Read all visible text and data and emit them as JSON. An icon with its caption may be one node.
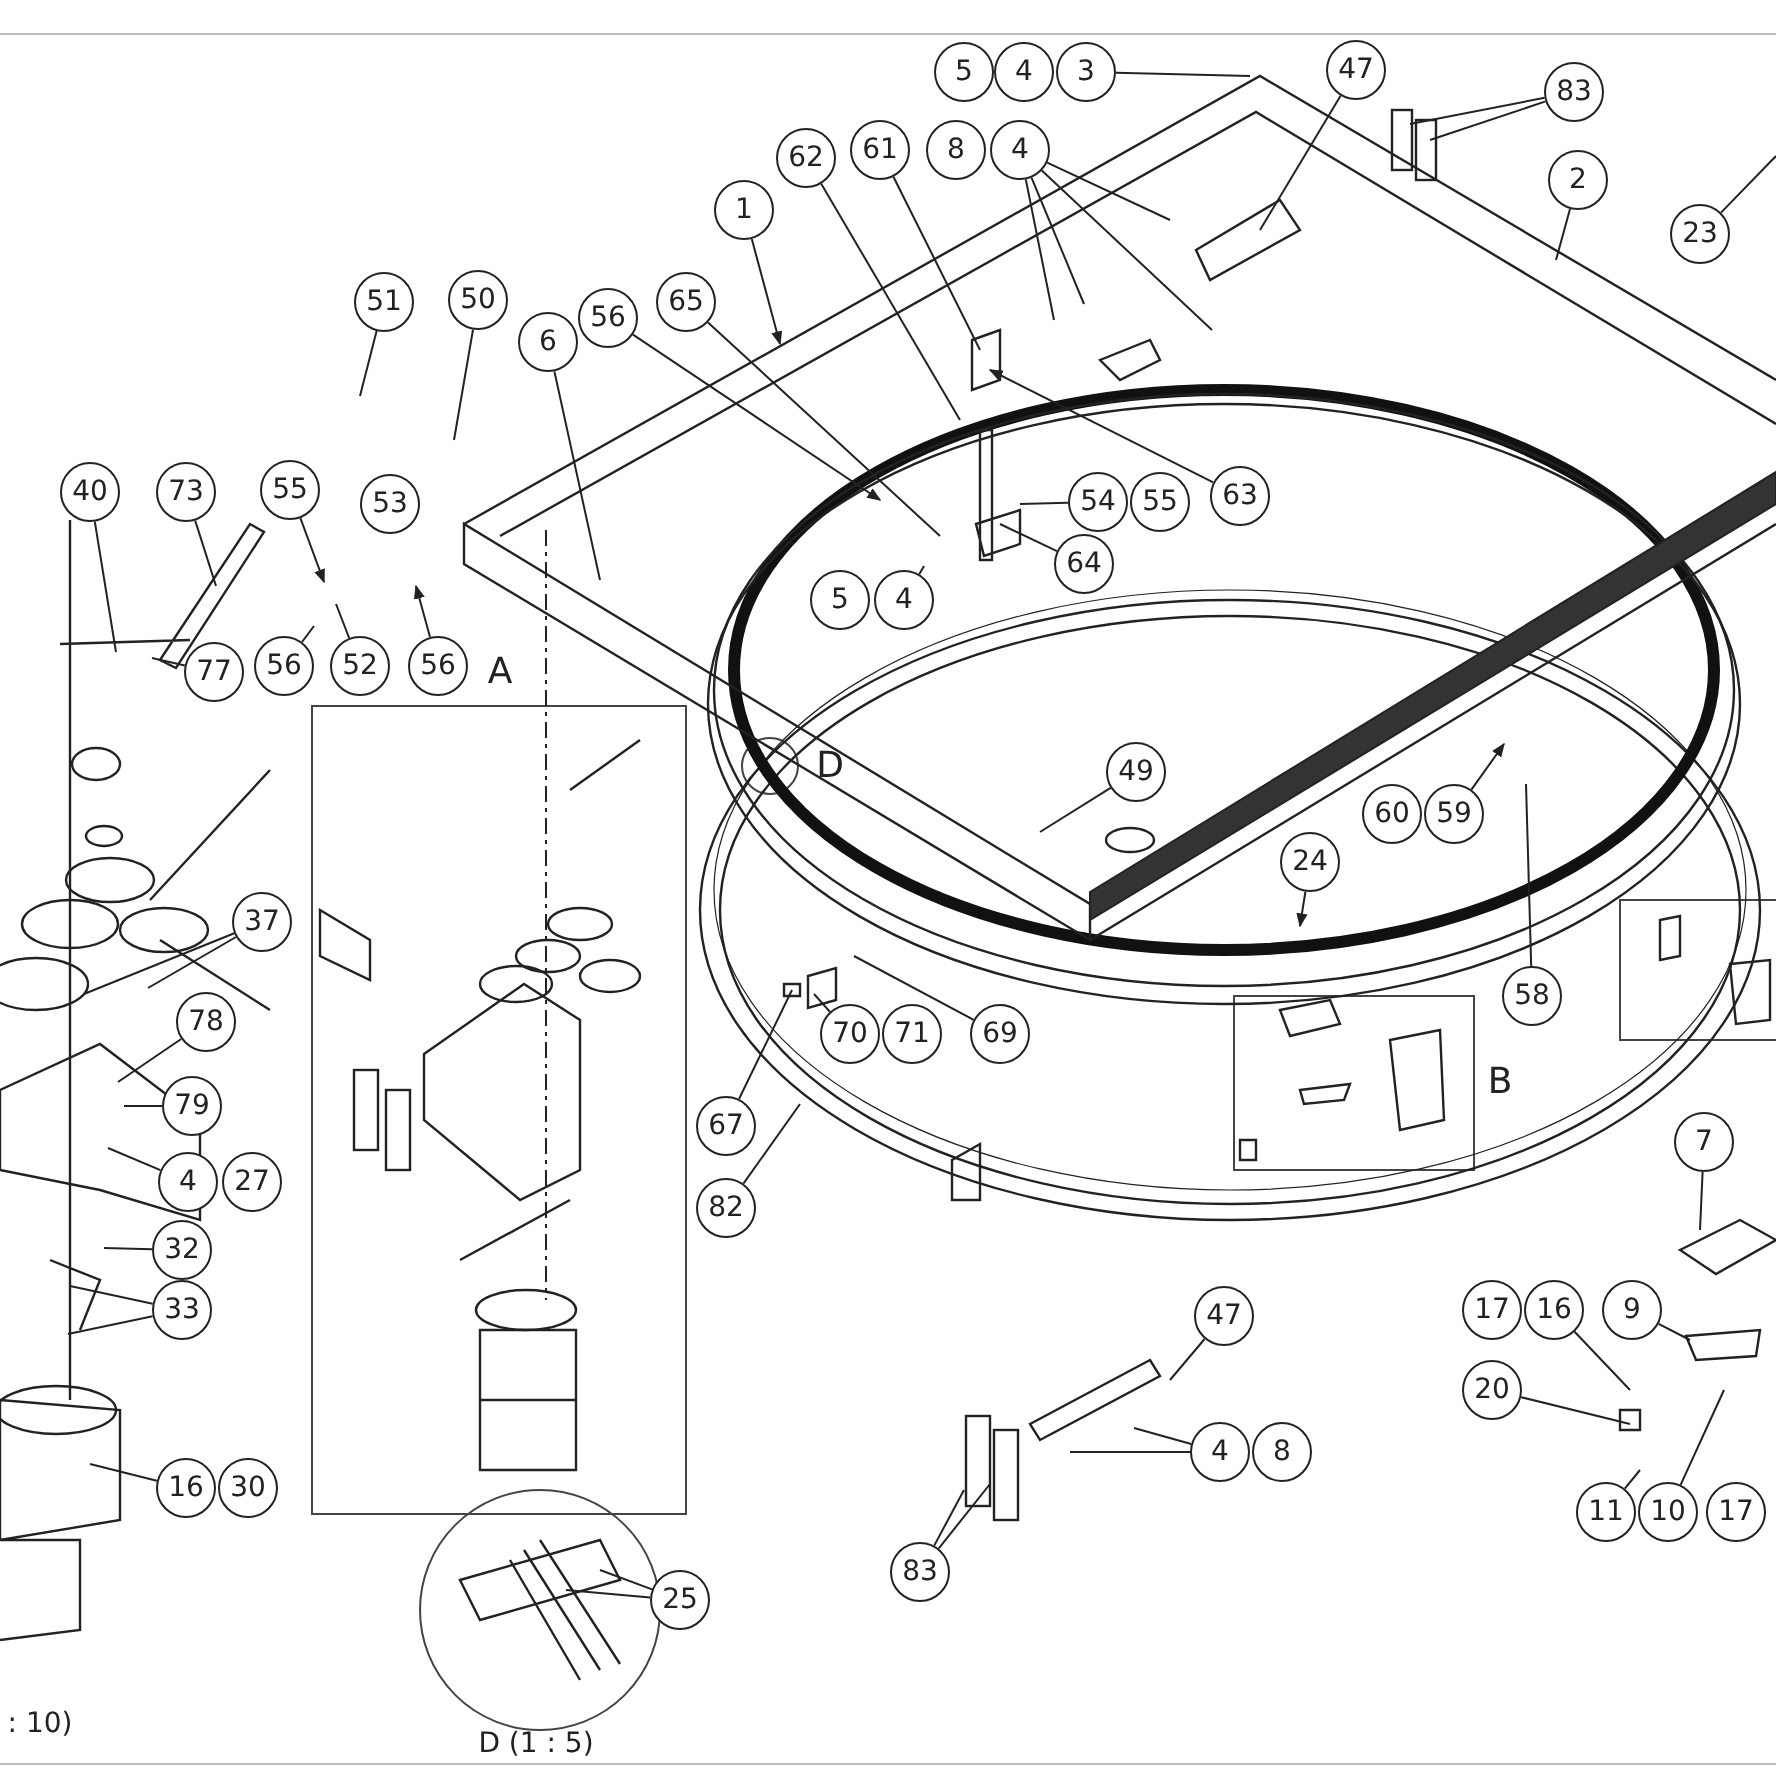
{
  "diagram": {
    "nodes": [
      {
        "text": [
          "40"
        ]
      },
      {
        "text": [
          "73"
        ]
      },
      {
        "text": [
          "77"
        ]
      },
      {
        "text": [
          "55"
        ]
      },
      {
        "text": [
          "56"
        ]
      },
      {
        "text": [
          "52"
        ]
      },
      {
        "text": [
          "53"
        ]
      },
      {
        "text": [
          "56"
        ]
      },
      {
        "text": [
          "51"
        ]
      },
      {
        "text": [
          "50"
        ]
      },
      {
        "text": [
          "6"
        ]
      },
      {
        "text": [
          "56"
        ]
      },
      {
        "text": [
          "65"
        ]
      },
      {
        "text": [
          "1"
        ]
      },
      {
        "text": [
          "62"
        ]
      },
      {
        "text": [
          "61"
        ]
      },
      {
        "text": [
          "8"
        ]
      },
      {
        "text": [
          "4"
        ]
      },
      {
        "text": [
          "5"
        ]
      },
      {
        "text": [
          "4"
        ]
      },
      {
        "text": [
          "3"
        ]
      },
      {
        "text": [
          "47"
        ]
      },
      {
        "text": [
          "83"
        ]
      },
      {
        "text": [
          "2"
        ]
      },
      {
        "text": [
          "23"
        ]
      },
      {
        "text": [
          "63"
        ]
      },
      {
        "text": [
          "54"
        ]
      },
      {
        "text": [
          "55"
        ]
      },
      {
        "text": [
          "64"
        ]
      },
      {
        "text": [
          "5"
        ]
      },
      {
        "text": [
          "4"
        ]
      },
      {
        "text": [
          "37"
        ]
      },
      {
        "text": [
          "78"
        ]
      },
      {
        "text": [
          "79"
        ]
      },
      {
        "text": [
          "4"
        ]
      },
      {
        "text": [
          "27"
        ]
      },
      {
        "text": [
          "32"
        ]
      },
      {
        "text": [
          "33"
        ]
      },
      {
        "text": [
          "16"
        ]
      },
      {
        "text": [
          "30"
        ]
      },
      {
        "text": [
          "49"
        ]
      },
      {
        "text": [
          "60"
        ]
      },
      {
        "text": [
          "59"
        ]
      },
      {
        "text": [
          "24"
        ]
      },
      {
        "text": [
          "58"
        ]
      },
      {
        "text": [
          "70"
        ]
      },
      {
        "text": [
          "71"
        ]
      },
      {
        "text": [
          "69"
        ]
      },
      {
        "text": [
          "67"
        ]
      },
      {
        "text": [
          "82"
        ]
      },
      {
        "text": [
          "7"
        ]
      },
      {
        "text": [
          "47"
        ]
      },
      {
        "text": [
          "4"
        ]
      },
      {
        "text": [
          "8"
        ]
      },
      {
        "text": [
          "83"
        ]
      },
      {
        "text": [
          "17"
        ]
      },
      {
        "text": [
          "16"
        ]
      },
      {
        "text": [
          "9"
        ]
      },
      {
        "text": [
          "20"
        ]
      },
      {
        "text": [
          "11"
        ]
      },
      {
        "text": [
          "10"
        ]
      },
      {
        "text": [
          "17"
        ]
      },
      {
        "text": [
          "25"
        ]
      }
    ],
    "edges": [
      {
        "from": 0,
        "to": null,
        "arrow": "none"
      },
      {
        "from": 1,
        "to": null,
        "arrow": "none"
      },
      {
        "from": 2,
        "to": null,
        "arrow": "none"
      },
      {
        "from": 3,
        "to": null,
        "arrow": "to"
      },
      {
        "from": 4,
        "to": null,
        "arrow": "none"
      },
      {
        "from": 5,
        "to": null,
        "arrow": "none"
      },
      {
        "from": 7,
        "to": null,
        "arrow": "to"
      },
      {
        "from": 8,
        "to": null,
        "arrow": "none"
      },
      {
        "from": 9,
        "to": null,
        "arrow": "none"
      },
      {
        "from": 10,
        "to": null,
        "arrow": "none"
      },
      {
        "from": 11,
        "to": null,
        "arrow": "to"
      },
      {
        "from": 12,
        "to": null,
        "arrow": "none"
      },
      {
        "from": 13,
        "to": null,
        "arrow": "to"
      },
      {
        "from": 14,
        "to": null,
        "arrow": "none"
      },
      {
        "from": 15,
        "to": null,
        "arrow": "none"
      },
      {
        "from": 17,
        "to": null,
        "arrow": "none"
      },
      {
        "from": 17,
        "to": null,
        "arrow": "none"
      },
      {
        "from": 17,
        "to": null,
        "arrow": "none"
      },
      {
        "from": 17,
        "to": null,
        "arrow": "none"
      },
      {
        "from": 20,
        "to": null,
        "arrow": "none"
      },
      {
        "from": 21,
        "to": null,
        "arrow": "none"
      },
      {
        "from": 22,
        "to": null,
        "arrow": "none"
      },
      {
        "from": 22,
        "to": null,
        "arrow": "none"
      },
      {
        "from": 23,
        "to": null,
        "arrow": "none"
      },
      {
        "from": 24,
        "to": null,
        "arrow": "none"
      },
      {
        "from": 25,
        "to": null,
        "arrow": "to"
      },
      {
        "from": 26,
        "to": null,
        "arrow": "none"
      },
      {
        "from": 28,
        "to": null,
        "arrow": "none"
      },
      {
        "from": 30,
        "to": null,
        "arrow": "none"
      },
      {
        "from": 31,
        "to": null,
        "arrow": "none"
      },
      {
        "from": 31,
        "to": null,
        "arrow": "none"
      },
      {
        "from": 32,
        "to": null,
        "arrow": "none"
      },
      {
        "from": 33,
        "to": null,
        "arrow": "none"
      },
      {
        "from": 34,
        "to": null,
        "arrow": "none"
      },
      {
        "from": 36,
        "to": null,
        "arrow": "none"
      },
      {
        "from": 37,
        "to": null,
        "arrow": "none"
      },
      {
        "from": 37,
        "to": null,
        "arrow": "none"
      },
      {
        "from": 38,
        "to": null,
        "arrow": "none"
      },
      {
        "from": 40,
        "to": null,
        "arrow": "none"
      },
      {
        "from": 42,
        "to": null,
        "arrow": "to"
      },
      {
        "from": 43,
        "to": null,
        "arrow": "to"
      },
      {
        "from": 44,
        "to": null,
        "arrow": "none"
      },
      {
        "from": 45,
        "to": null,
        "arrow": "none"
      },
      {
        "from": 47,
        "to": null,
        "arrow": "none"
      },
      {
        "from": 48,
        "to": null,
        "arrow": "none"
      },
      {
        "from": 49,
        "to": null,
        "arrow": "none"
      },
      {
        "from": 50,
        "to": null,
        "arrow": "none"
      },
      {
        "from": 51,
        "to": null,
        "arrow": "none"
      },
      {
        "from": 52,
        "to": null,
        "arrow": "none"
      },
      {
        "from": 52,
        "to": null,
        "arrow": "none"
      },
      {
        "from": 54,
        "to": null,
        "arrow": "none"
      },
      {
        "from": 54,
        "to": null,
        "arrow": "none"
      },
      {
        "from": 56,
        "to": null,
        "arrow": "none"
      },
      {
        "from": 57,
        "to": null,
        "arrow": "none"
      },
      {
        "from": 58,
        "to": null,
        "arrow": "none"
      },
      {
        "from": 59,
        "to": null,
        "arrow": "none"
      },
      {
        "from": 60,
        "to": null,
        "arrow": "none"
      },
      {
        "from": 62,
        "to": null,
        "arrow": "none"
      },
      {
        "from": 62,
        "to": null,
        "arrow": "none"
      }
    ],
    "labels": [
      "A",
      "D",
      "B",
      ": 10)",
      "D (1 : 5)"
    ]
  }
}
